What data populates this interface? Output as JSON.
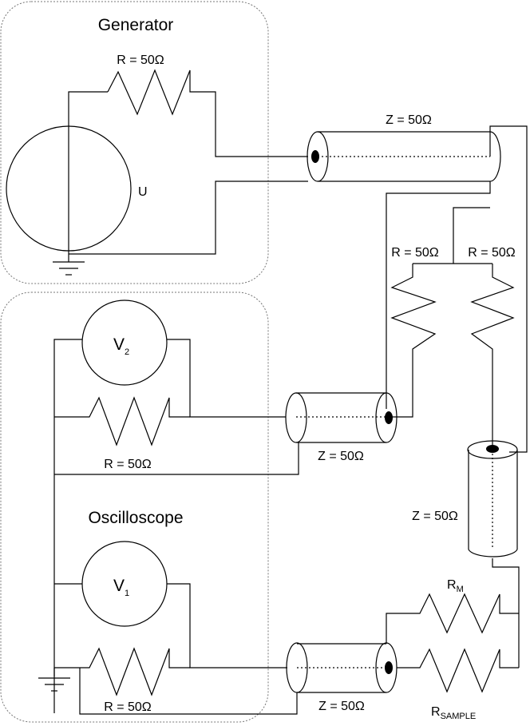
{
  "labels": {
    "generator": "Generator",
    "oscilloscope": "Oscilloscope",
    "source": "U",
    "r_generator": "R = 50Ω",
    "z_top": "Z = 50Ω",
    "r_split_left": "R = 50Ω",
    "r_split_right": "R = 50Ω",
    "v2_main": "V",
    "v2_sub": "2",
    "r_v2": "R = 50Ω",
    "z_mid": "Z = 50Ω",
    "z_vertical": "Z = 50Ω",
    "v1_main": "V",
    "v1_sub": "1",
    "r_v1": "R = 50Ω",
    "z_bottom": "Z = 50Ω",
    "rm_main": "R",
    "rm_sub": "M",
    "rsample_main": "R",
    "rsample_sub": "SAMPLE"
  }
}
